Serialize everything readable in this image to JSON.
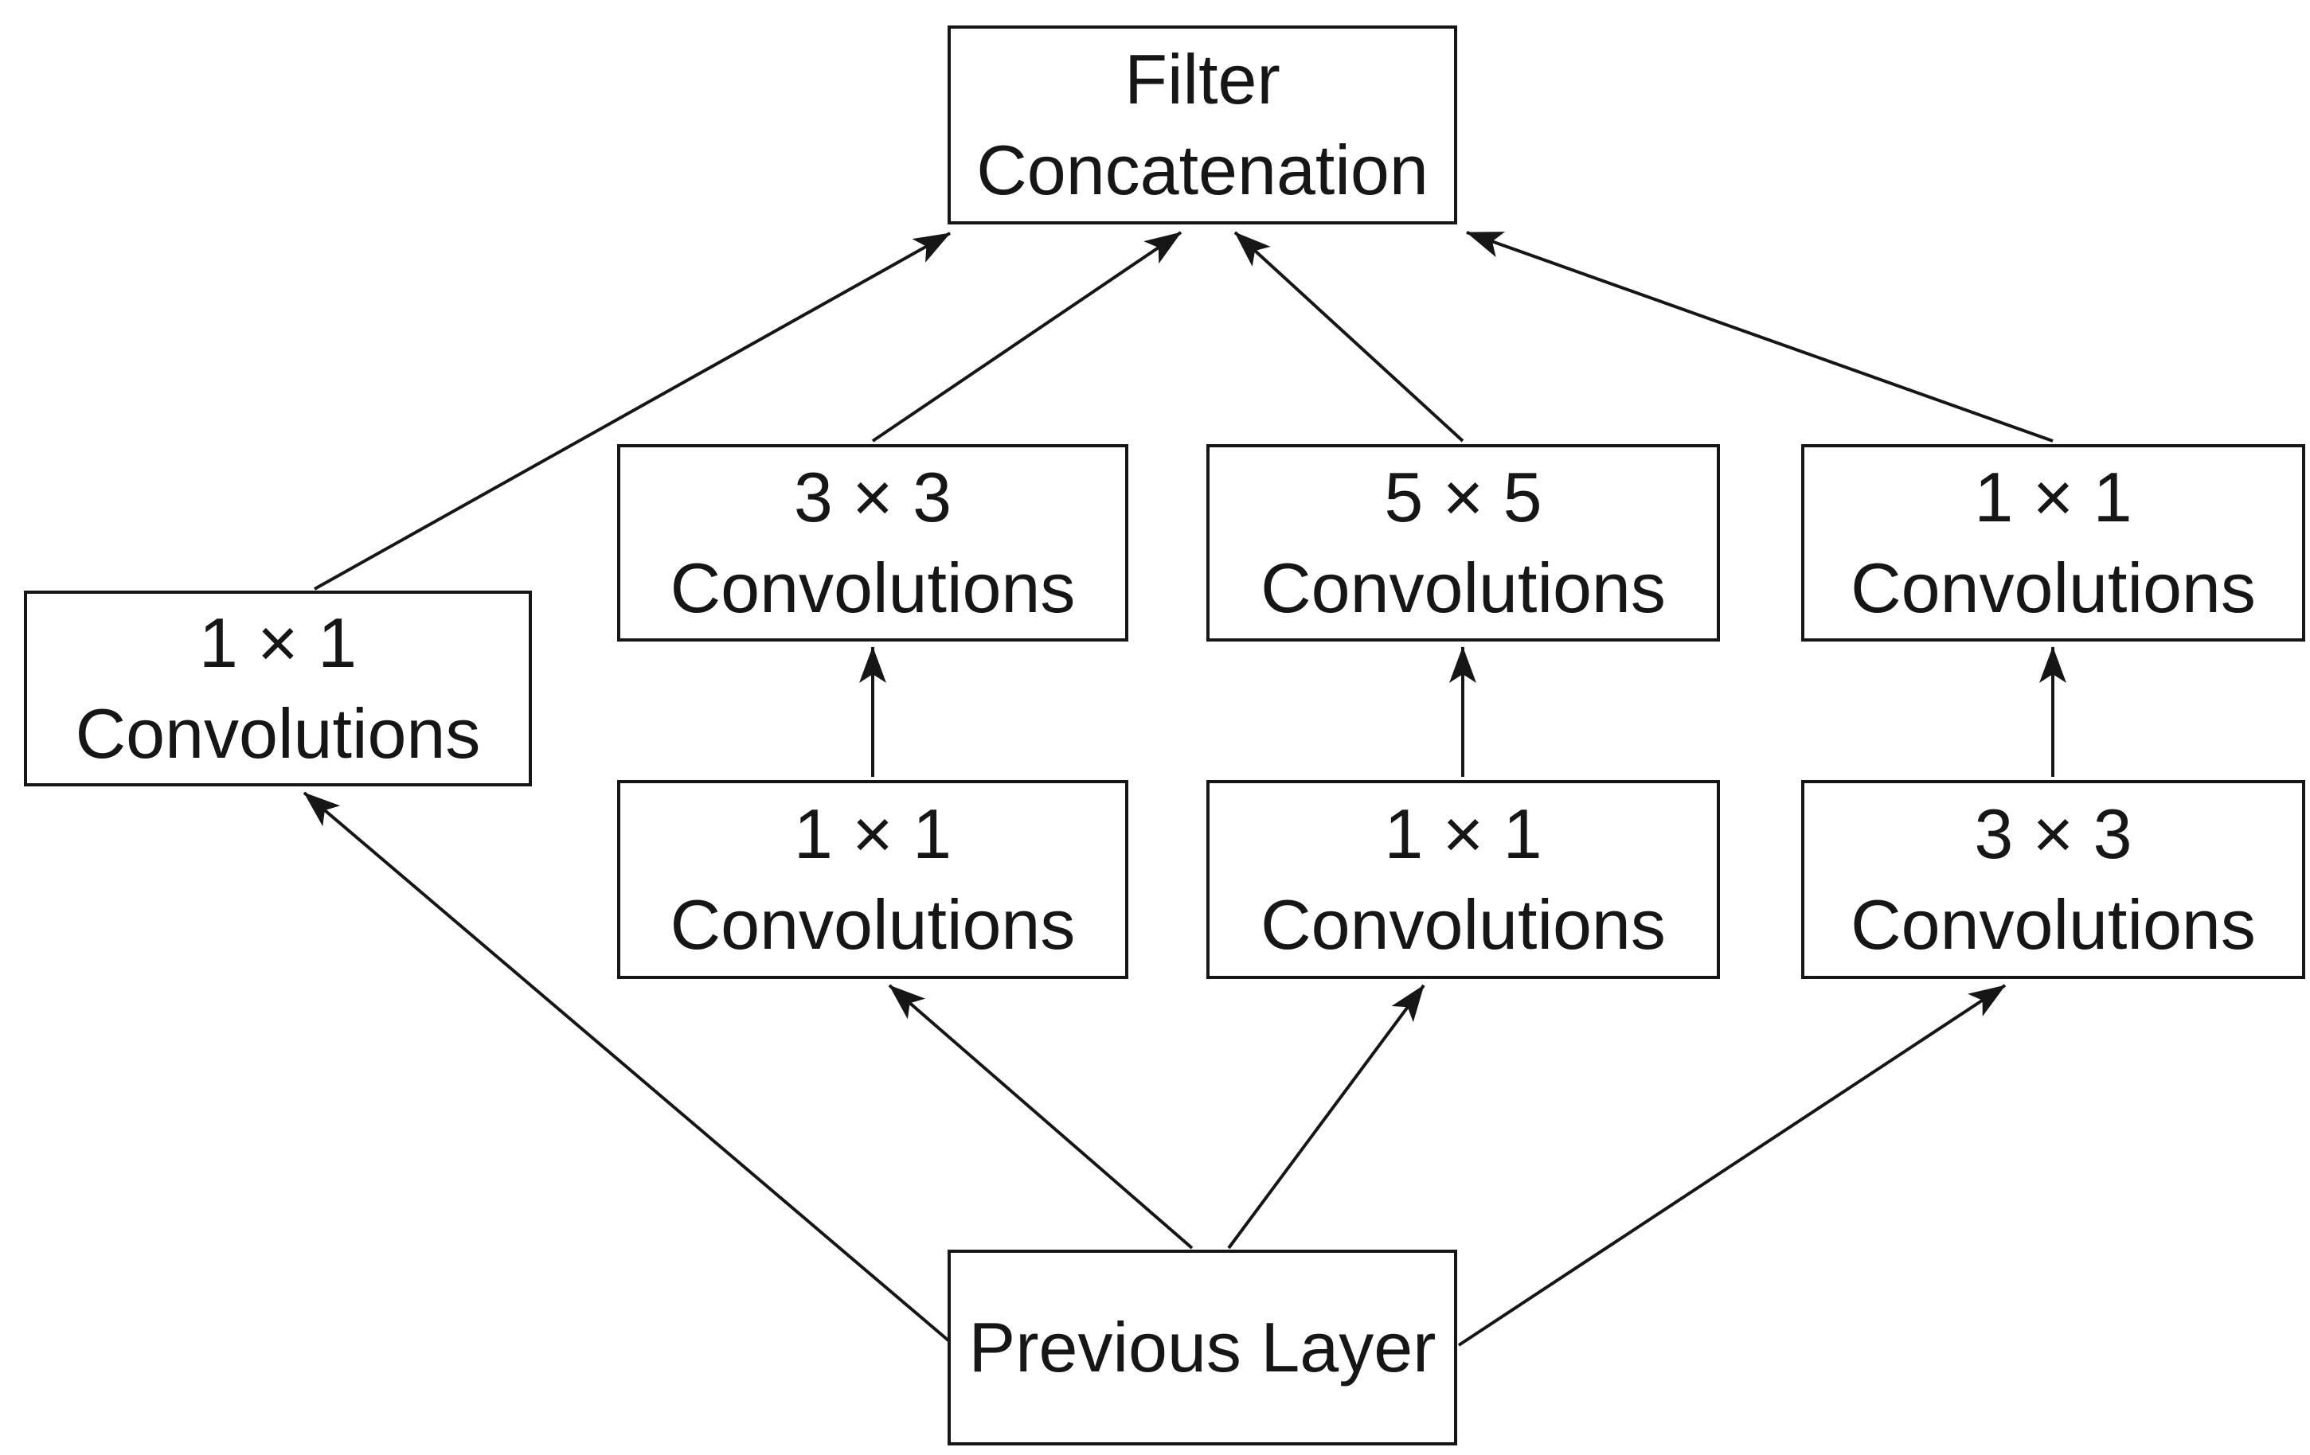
{
  "colors": {
    "background": "#ffffff",
    "ink": "#161616"
  },
  "nodes": {
    "filter_concat": {
      "line1": "Filter",
      "line2": "Concatenation"
    },
    "branch1_conv1x1": {
      "line1": "1 × 1",
      "line2": "Convolutions"
    },
    "branch2_conv3x3": {
      "line1": "3 × 3",
      "line2": "Convolutions"
    },
    "branch2_conv1x1": {
      "line1": "1 × 1",
      "line2": "Convolutions"
    },
    "branch3_conv5x5": {
      "line1": "5 × 5",
      "line2": "Convolutions"
    },
    "branch3_conv1x1": {
      "line1": "1 × 1",
      "line2": "Convolutions"
    },
    "branch4_conv1x1": {
      "line1": "1 × 1",
      "line2": "Convolutions"
    },
    "branch4_conv3x3": {
      "line1": "3 × 3",
      "line2": "Convolutions"
    },
    "previous_layer": {
      "label": "Previous Layer"
    }
  },
  "edges": [
    {
      "from": "previous_layer",
      "to": "branch1_conv1x1"
    },
    {
      "from": "previous_layer",
      "to": "branch2_conv1x1"
    },
    {
      "from": "previous_layer",
      "to": "branch3_conv1x1"
    },
    {
      "from": "previous_layer",
      "to": "branch4_conv3x3"
    },
    {
      "from": "branch2_conv1x1",
      "to": "branch2_conv3x3"
    },
    {
      "from": "branch3_conv1x1",
      "to": "branch3_conv5x5"
    },
    {
      "from": "branch4_conv3x3",
      "to": "branch4_conv1x1"
    },
    {
      "from": "branch1_conv1x1",
      "to": "filter_concat"
    },
    {
      "from": "branch2_conv3x3",
      "to": "filter_concat"
    },
    {
      "from": "branch3_conv5x5",
      "to": "filter_concat"
    },
    {
      "from": "branch4_conv1x1",
      "to": "filter_concat"
    }
  ]
}
